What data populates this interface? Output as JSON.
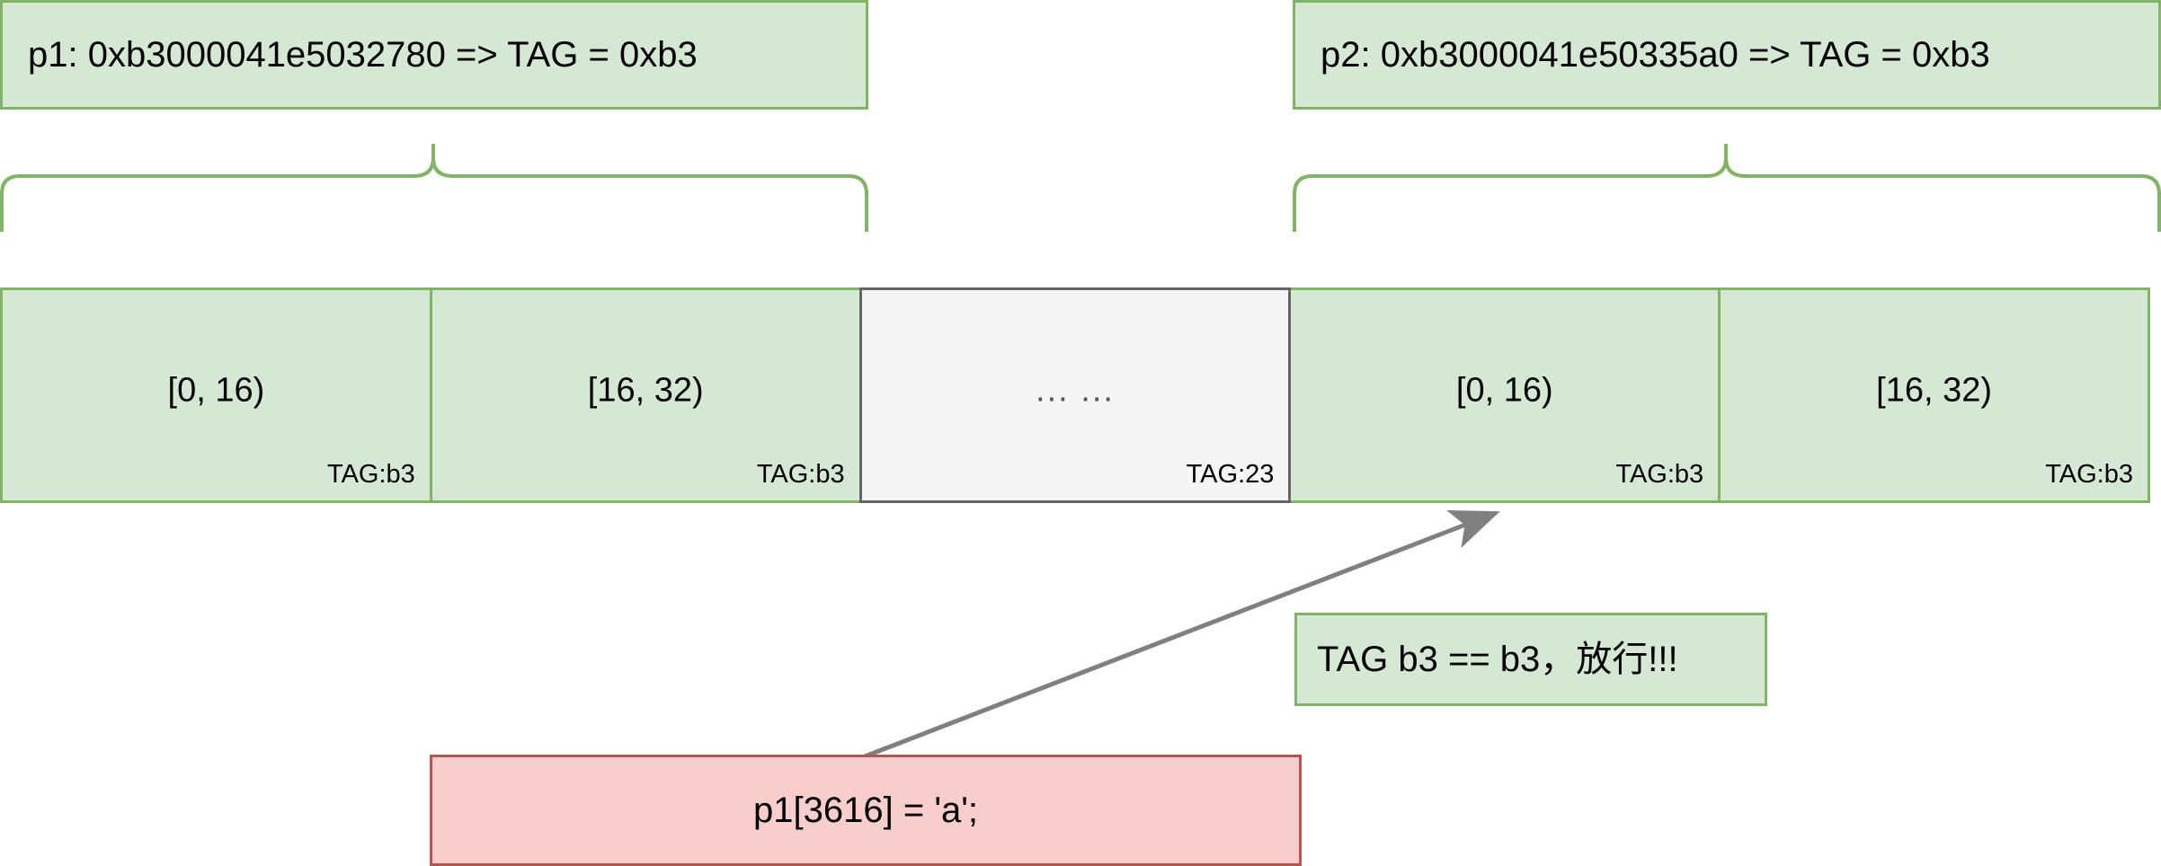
{
  "diagram": {
    "title": "MTE tag-check diagram",
    "colors": {
      "green_fill": "#d5e8d4",
      "green_stroke": "#82b366",
      "gray_fill": "#f5f5f5",
      "gray_stroke": "#666666",
      "red_fill": "#f8cecc",
      "red_stroke": "#b85450",
      "arrow": "#808080",
      "background": "#ffffff"
    }
  },
  "pointers": [
    {
      "id": "p1",
      "label": "p1: 0xb3000041e5032780 => TAG = 0xb3"
    },
    {
      "id": "p2",
      "label": "p2: 0xb3000041e50335a0 => TAG = 0xb3"
    }
  ],
  "memory_blocks": [
    {
      "range": "[0, 16)",
      "tag": "TAG:b3",
      "style": "green"
    },
    {
      "range": "[16, 32)",
      "tag": "TAG:b3",
      "style": "green"
    },
    {
      "range": "... ...",
      "tag": "TAG:23",
      "style": "gray"
    },
    {
      "range": "[0, 16)",
      "tag": "TAG:b3",
      "style": "green"
    },
    {
      "range": "[16, 32)",
      "tag": "TAG:b3",
      "style": "green"
    }
  ],
  "annotations": {
    "pass_note": "TAG b3 == b3，放行!!!",
    "write_statement": "p1[3616] = 'a';"
  }
}
